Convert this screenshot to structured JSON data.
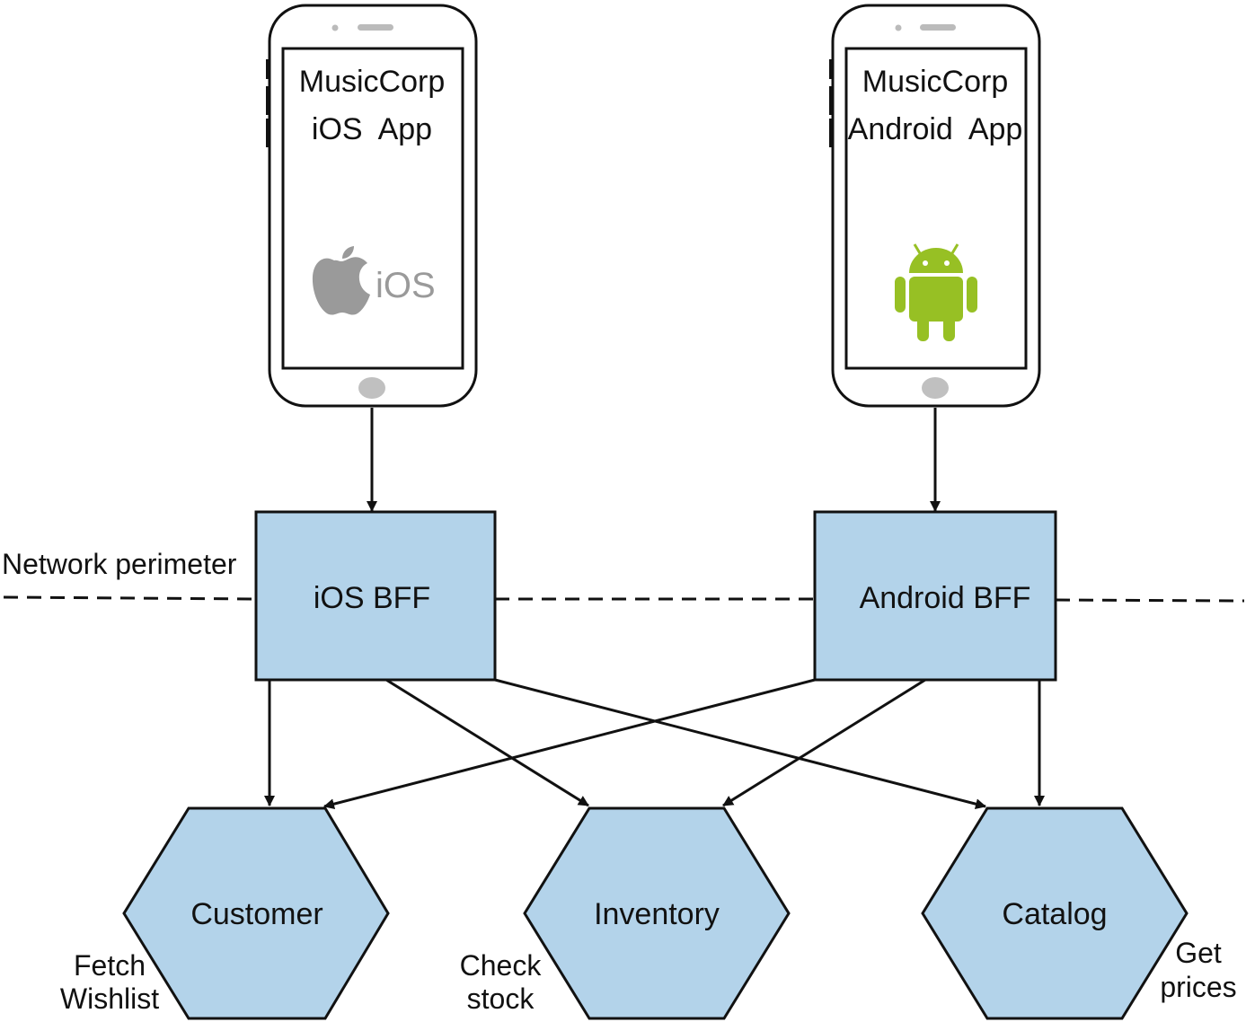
{
  "phones": {
    "ios": {
      "line1": "MusicCorp",
      "line2": "iOS  App",
      "logo_text": "iOS"
    },
    "android": {
      "line1": "MusicCorp",
      "line2": "Android  App"
    }
  },
  "network_perimeter": {
    "label": "Network perimeter"
  },
  "bffs": {
    "ios": {
      "label": "iOS BFF"
    },
    "android": {
      "label": "Android BFF"
    }
  },
  "services": {
    "customer": {
      "label": "Customer",
      "note_line1": "Fetch",
      "note_line2": "Wishlist"
    },
    "inventory": {
      "label": "Inventory",
      "note_line1": "Check",
      "note_line2": "stock"
    },
    "catalog": {
      "label": "Catalog",
      "note_line1": "Get",
      "note_line2": "prices"
    }
  },
  "colors": {
    "node_fill": "#b3d3ea",
    "stroke": "#111111",
    "apple_gray": "#9a9a9a",
    "android_green": "#97c024",
    "button_gray": "#c0c0c0"
  },
  "icons": {
    "ios_logo": "apple-icon",
    "android_logo": "android-robot-icon"
  }
}
